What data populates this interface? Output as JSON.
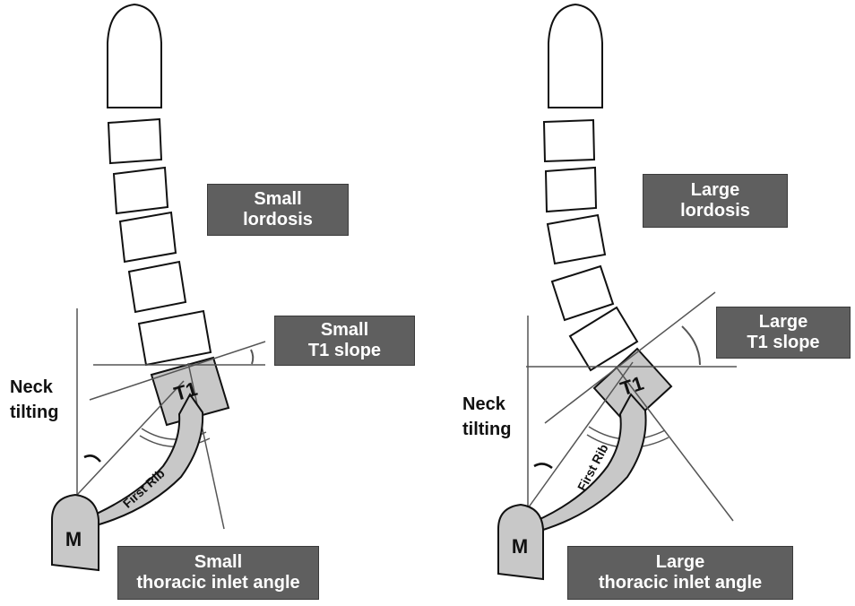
{
  "left_panel": {
    "lordosis_box": {
      "line1": "Small",
      "line2": "lordosis"
    },
    "slope_box": {
      "line1": "Small",
      "line2": "T1 slope"
    },
    "inlet_box": {
      "line1": "Small",
      "line2": "thoracic inlet angle"
    },
    "neck_label": {
      "line1": "Neck",
      "line2": "tilting"
    },
    "t1_label": "T1",
    "rib_label": "First Rib",
    "manubrium_label": "M"
  },
  "right_panel": {
    "lordosis_box": {
      "line1": "Large",
      "line2": "lordosis"
    },
    "slope_box": {
      "line1": "Large",
      "line2": "T1 slope"
    },
    "inlet_box": {
      "line1": "Large",
      "line2": "thoracic inlet angle"
    },
    "neck_label": {
      "line1": "Neck",
      "line2": "tilting"
    },
    "t1_label": "T1",
    "rib_label": "First Rib",
    "manubrium_label": "M"
  }
}
